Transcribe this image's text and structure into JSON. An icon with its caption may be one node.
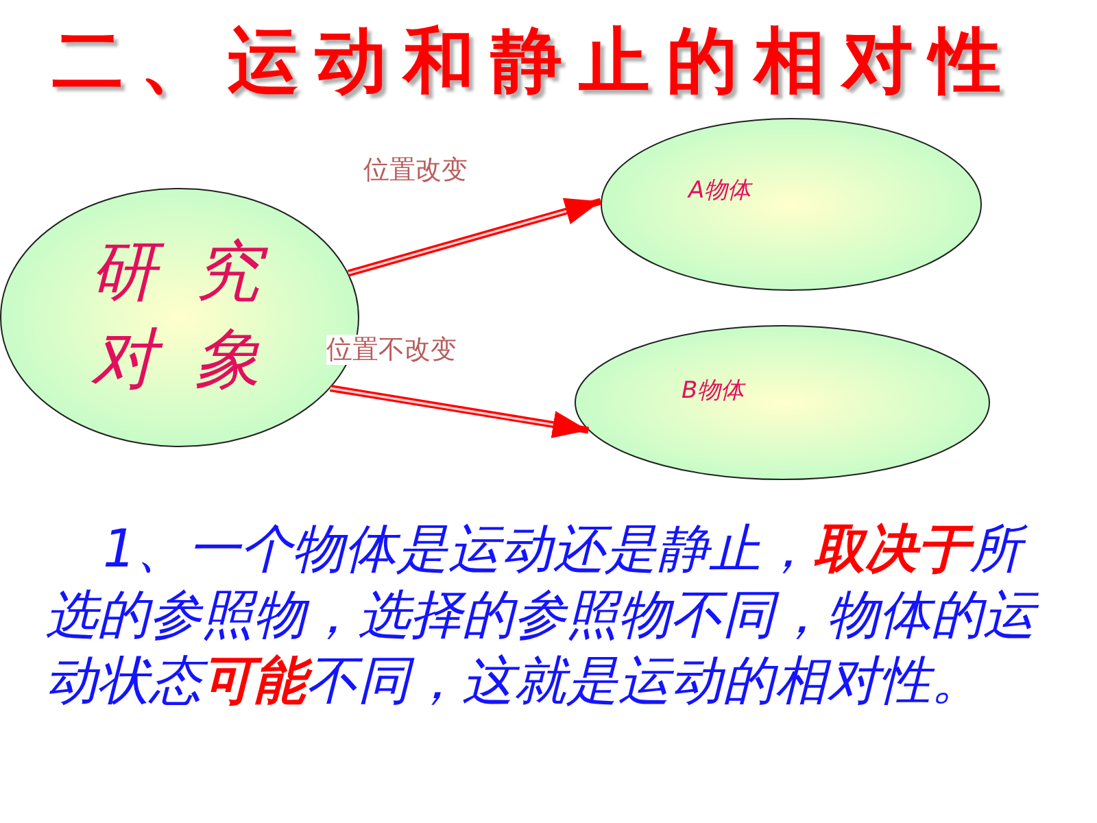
{
  "diagram": {
    "title": "二、运动和静止的相对性",
    "nodes": [
      {
        "text": [
          "研究对象"
        ]
      },
      {
        "text": [
          "A物体"
        ]
      },
      {
        "text": [
          "B物体"
        ]
      }
    ],
    "edges": [
      {
        "from": 0,
        "to": 1,
        "arrow": "to",
        "label": "位置改变"
      },
      {
        "from": 0,
        "to": 2,
        "arrow": "to",
        "label": "位置不改变"
      }
    ],
    "labels": [
      "1、一个物体是运动还是静止，**取决于**所选的参照物，选择的参照物不同，物体的运动状态**可能**不同，这就是运动的相对性。"
    ]
  }
}
